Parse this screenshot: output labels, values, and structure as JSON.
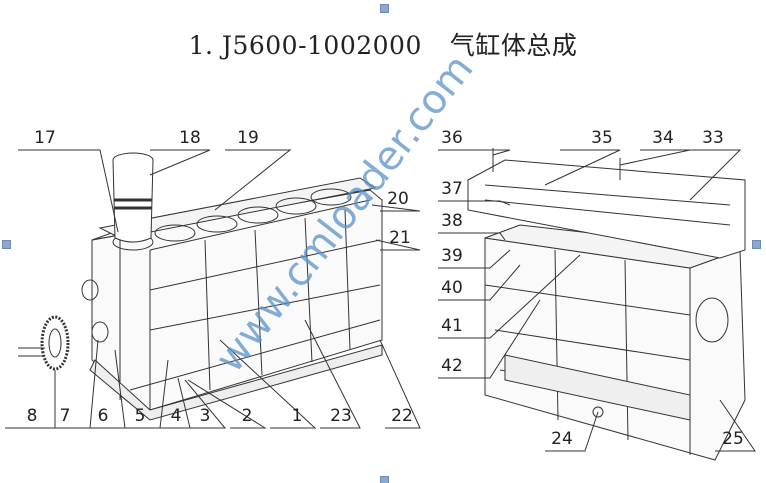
{
  "title": {
    "part_number": "1. J5600-1002000",
    "name": "气缸体总成"
  },
  "watermark": "www.cmloader.com",
  "left_view": {
    "callouts": [
      "17",
      "18",
      "19",
      "20",
      "21",
      "8",
      "7",
      "6",
      "5",
      "4",
      "3",
      "2",
      "1",
      "23",
      "22"
    ]
  },
  "right_view": {
    "callouts": [
      "36",
      "35",
      "34",
      "33",
      "37",
      "38",
      "39",
      "40",
      "41",
      "42",
      "24",
      "25"
    ]
  }
}
